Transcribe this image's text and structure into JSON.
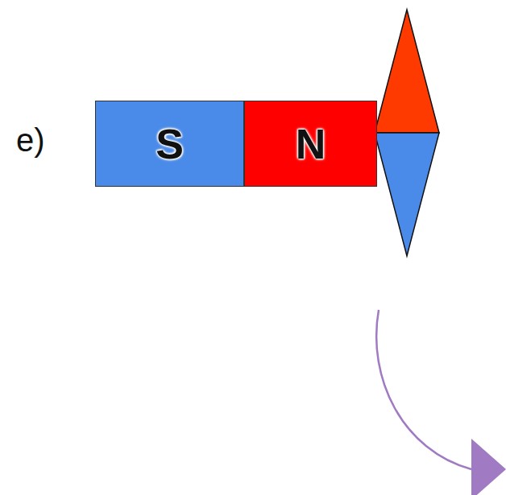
{
  "diagram": {
    "nodes": [
      {
        "text": [
          "S"
        ]
      },
      {
        "text": [
          "N"
        ]
      }
    ],
    "labels": [
      "e)"
    ]
  }
}
